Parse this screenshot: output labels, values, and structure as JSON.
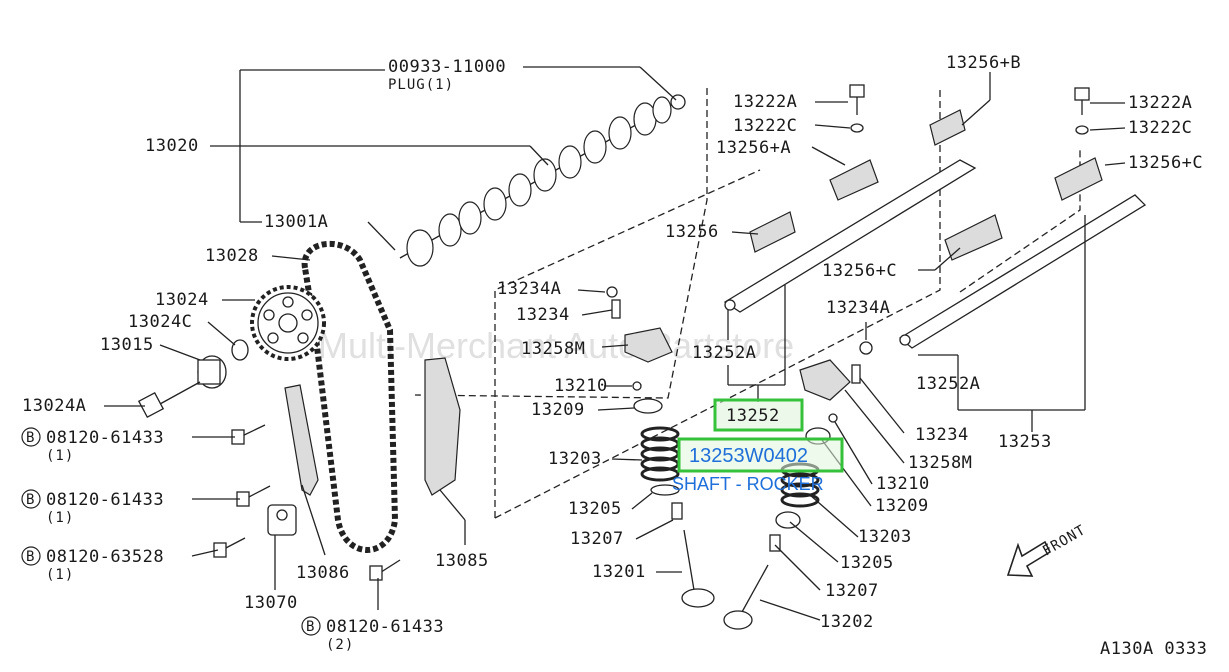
{
  "watermark": "Multi-Merchant Auto Partstore",
  "diagram_code": "A130A 0333",
  "front_label": "FRONT",
  "labels": {
    "plug_num": "00933-11000",
    "plug_name": "PLUG(1)",
    "camshaft": "13020",
    "dowel": "13001A",
    "chain": "13028",
    "sprocket": "13024",
    "washer_c": "13024C",
    "washer": "13015",
    "bolt_a": "13024A",
    "bolt1": "08120-61433",
    "bolt1_qty": "(1)",
    "bolt2": "08120-61433",
    "bolt2_qty": "(1)",
    "bolt3": "08120-63528",
    "bolt3_qty": "(1)",
    "bolt4": "08120-61433",
    "bolt4_qty": "(2)",
    "circle_b": "B",
    "guide": "13086",
    "tensioner": "13070",
    "guide_slack": "13085",
    "bolt_222a_l": "13222A",
    "washer_222c_l": "13222C",
    "bracket_256a": "13256+A",
    "bracket_256b": "13256+B",
    "bracket_256": "13256",
    "bracket_256c_mid": "13256+C",
    "bracket_256c_r": "13256+C",
    "bolt_222a_r": "13222A",
    "washer_222c_r": "13222C",
    "nut_234a_l": "13234A",
    "screw_234_l": "13234",
    "rocker_258m_l": "13258M",
    "shaft_252a_l": "13252A",
    "lock_210_l": "13210",
    "seat_209_l": "13209",
    "spring_203_l": "13203",
    "seal_205_l": "13205",
    "cotter_207_l": "13207",
    "valve_201": "13201",
    "shaft_252": "13252",
    "part_number": "13253W0402",
    "part_name": "SHAFT - ROCKER",
    "nut_234a_r": "13234A",
    "shaft_252a_r": "13252A",
    "screw_234_r": "13234",
    "rocker_258m_r": "13258M",
    "assy_253": "13253",
    "lock_210_r": "13210",
    "seat_209_r": "13209",
    "spring_203_r": "13203",
    "seal_205_r": "13205",
    "cotter_207_r": "13207",
    "valve_202": "13202"
  }
}
